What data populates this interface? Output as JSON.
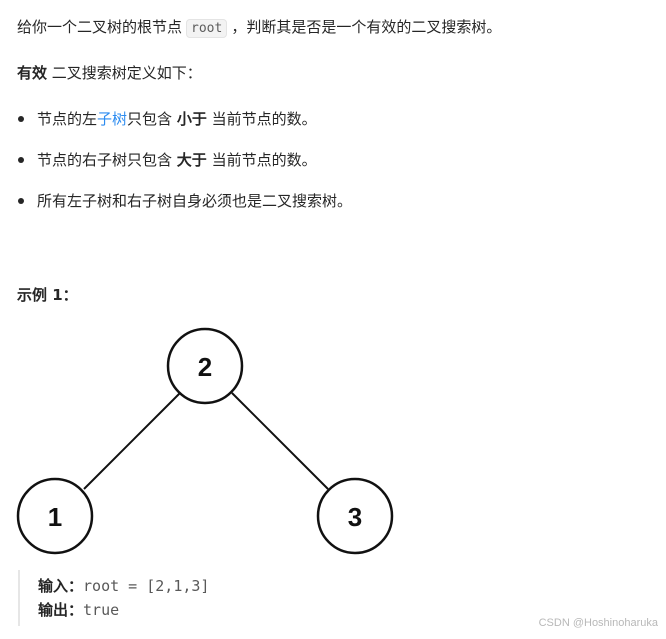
{
  "intro": {
    "before": "给你一个二叉树的根节点",
    "code": "root",
    "after": "，判断其是否是一个有效的二叉搜索树。"
  },
  "definition": {
    "bold": "有效",
    "rest": " 二叉搜索树定义如下："
  },
  "rules": [
    {
      "prefix": "节点的左",
      "link": "子树",
      "middle": "只包含 ",
      "bold": "小于",
      "suffix": " 当前节点的数。"
    },
    {
      "prefix": "节点的右子树只包含 ",
      "bold": "大于",
      "suffix": " 当前节点的数。"
    },
    {
      "text": "所有左子树和右子树自身必须也是二叉搜索树。"
    }
  ],
  "example": {
    "heading": "示例 1：",
    "tree": {
      "root": "2",
      "left": "1",
      "right": "3"
    },
    "input_label": "输入：",
    "input_value": "root = [2,1,3]",
    "output_label": "输出：",
    "output_value": "true"
  },
  "watermark": "CSDN @Hoshinoharuka"
}
